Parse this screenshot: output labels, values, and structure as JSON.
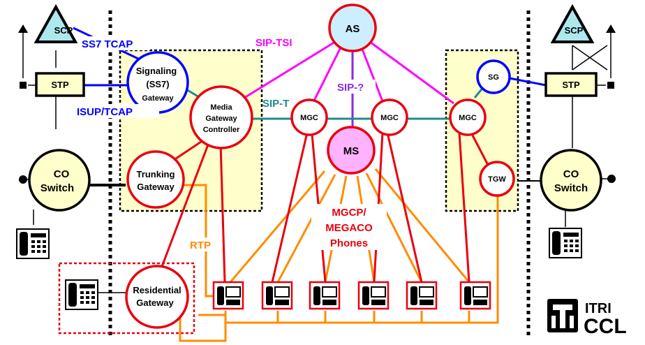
{
  "nodes": {
    "scp_left": "SCP",
    "scp_right": "SCP",
    "stp_left": "STP",
    "stp_right": "STP",
    "as": "AS",
    "ms": "MS",
    "mgc_1": "MGC",
    "mgc_2": "MGC",
    "mgc_3": "MGC",
    "sg": "SG",
    "tgw": "TGW",
    "co_left": [
      "CO",
      "Switch"
    ],
    "co_right": [
      "CO",
      "Switch"
    ],
    "signaling_gw": [
      "Signaling",
      "(SS7)",
      "Gateway"
    ],
    "mgc_main": [
      "Media",
      "Gateway",
      "Controller"
    ],
    "trunking_gw": [
      "Trunking",
      "Gateway"
    ],
    "residential_gw": [
      "Residential",
      "Gateway"
    ]
  },
  "labels": {
    "ss7_tcap": "SS7 TCAP",
    "isup_tcap": "ISUP/TCAP",
    "sip_tsi": "SIP-TSI",
    "sip_t": "SIP-T",
    "sip_q": "SIP-?",
    "rtp": "RTP",
    "mgcp": [
      "MGCP/",
      "MEGACO",
      "Phones"
    ]
  },
  "logo": {
    "line1": "ITRI",
    "line2": "CCL"
  },
  "colors": {
    "node_red": "#e8000e",
    "sip_magenta": "#ff00ff",
    "sip_teal": "#1e8c8c",
    "sip_purple": "#8a2be2",
    "ss7_blue": "#0000ff",
    "rtp_orange": "#ff8c00",
    "zone_fill": "#ffffcc",
    "ms_fill": "#ffb3ff",
    "as_fill": "#cceeff",
    "co_fill": "#ffffcc"
  }
}
